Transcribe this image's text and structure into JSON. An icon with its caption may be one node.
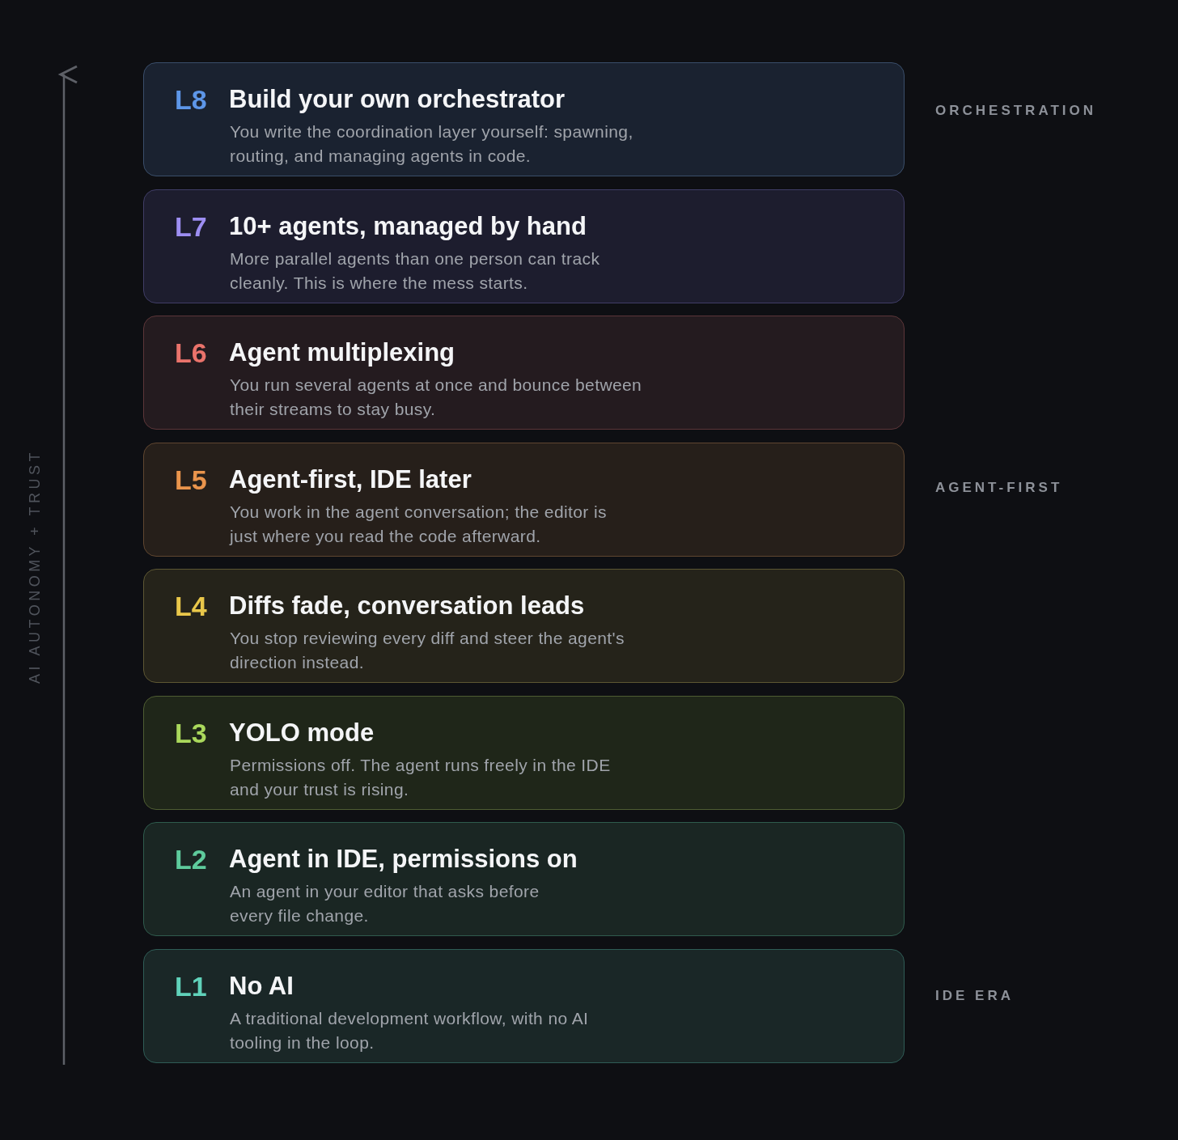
{
  "diagram": {
    "nodes": [
      {
        "text": [
          "L8",
          "Build your own orchestrator",
          "You write the coordination layer yourself: spawning, routing, and managing agents in code."
        ]
      },
      {
        "text": [
          "L7",
          "10+ agents, managed by hand",
          "More parallel agents than one person can track cleanly. This is where the mess starts."
        ]
      },
      {
        "text": [
          "L6",
          "Agent multiplexing",
          "You run several agents at once and bounce between their streams to stay busy."
        ]
      },
      {
        "text": [
          "L5",
          "Agent-first, IDE later",
          "You work in the agent conversation; the editor is just where you read the code afterward."
        ]
      },
      {
        "text": [
          "L4",
          "Diffs fade, conversation leads",
          "You stop reviewing every diff and steer the agent's direction instead."
        ]
      },
      {
        "text": [
          "L3",
          "YOLO mode",
          "Permissions off. The agent runs freely in the IDE and your trust is rising."
        ]
      },
      {
        "text": [
          "L2",
          "Agent in IDE, permissions on",
          "An agent in your editor that asks before every file change."
        ]
      },
      {
        "text": [
          "L1",
          "No AI",
          "A traditional development workflow, with no AI tooling in the loop."
        ]
      }
    ],
    "edges": [],
    "labels": [
      "AI AUTONOMY + TRUST",
      "ORCHESTRATION",
      "AGENT-FIRST",
      "IDE ERA"
    ]
  }
}
